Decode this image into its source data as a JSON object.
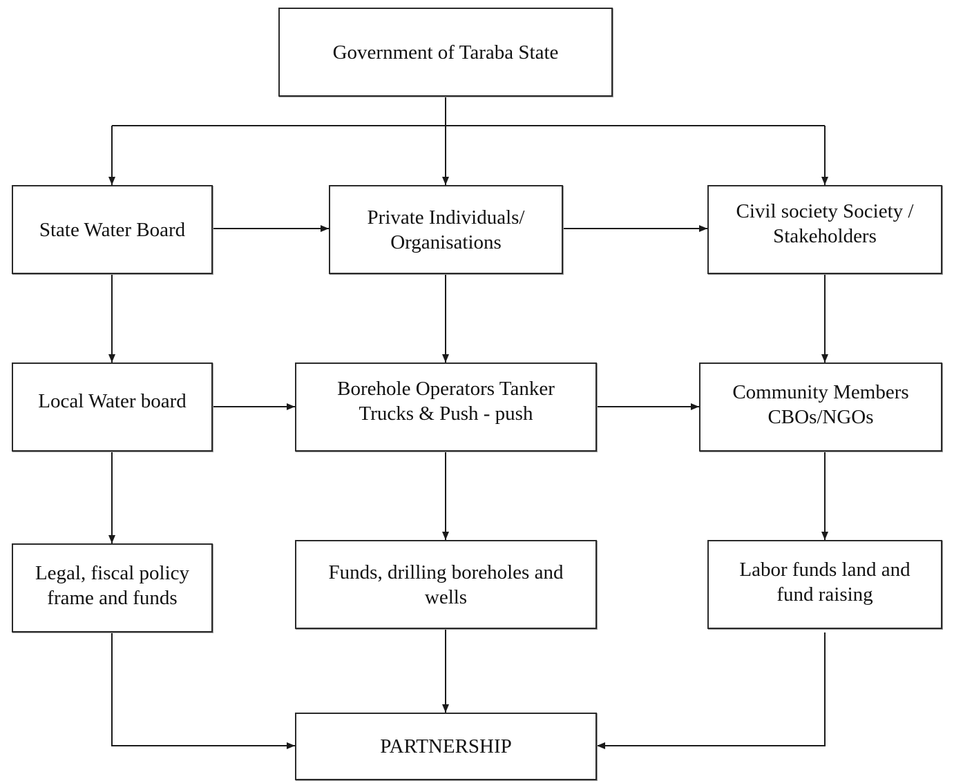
{
  "diagram": {
    "nodes": {
      "government": "Government of Taraba State",
      "state_water_board": "State Water Board",
      "private_individuals": "Private Individuals/\nOrganisations",
      "civil_society": "Civil society Society /\nStakeholders",
      "local_water_board": "Local Water board",
      "borehole_operators": "Borehole Operators Tanker\nTrucks & Push - push",
      "community_members": "Community Members\nCBOs/NGOs",
      "legal_fiscal": "Legal, fiscal policy\nframe and funds",
      "funds_drilling": "Funds, drilling boreholes and\nwells",
      "labor_funds": "Labor funds land and\nfund raising",
      "partnership": "PARTNERSHIP"
    },
    "edges": [
      {
        "from": "government",
        "to": "state_water_board"
      },
      {
        "from": "government",
        "to": "private_individuals"
      },
      {
        "from": "government",
        "to": "civil_society"
      },
      {
        "from": "state_water_board",
        "to": "private_individuals"
      },
      {
        "from": "private_individuals",
        "to": "civil_society"
      },
      {
        "from": "state_water_board",
        "to": "local_water_board"
      },
      {
        "from": "private_individuals",
        "to": "borehole_operators"
      },
      {
        "from": "civil_society",
        "to": "community_members"
      },
      {
        "from": "local_water_board",
        "to": "borehole_operators"
      },
      {
        "from": "borehole_operators",
        "to": "community_members"
      },
      {
        "from": "local_water_board",
        "to": "legal_fiscal"
      },
      {
        "from": "borehole_operators",
        "to": "funds_drilling"
      },
      {
        "from": "community_members",
        "to": "labor_funds"
      },
      {
        "from": "legal_fiscal",
        "to": "partnership"
      },
      {
        "from": "funds_drilling",
        "to": "partnership"
      },
      {
        "from": "labor_funds",
        "to": "partnership"
      }
    ],
    "colors": {
      "line": "#1a1a1a",
      "box_border": "#2a2a2a",
      "background": "#ffffff"
    }
  }
}
